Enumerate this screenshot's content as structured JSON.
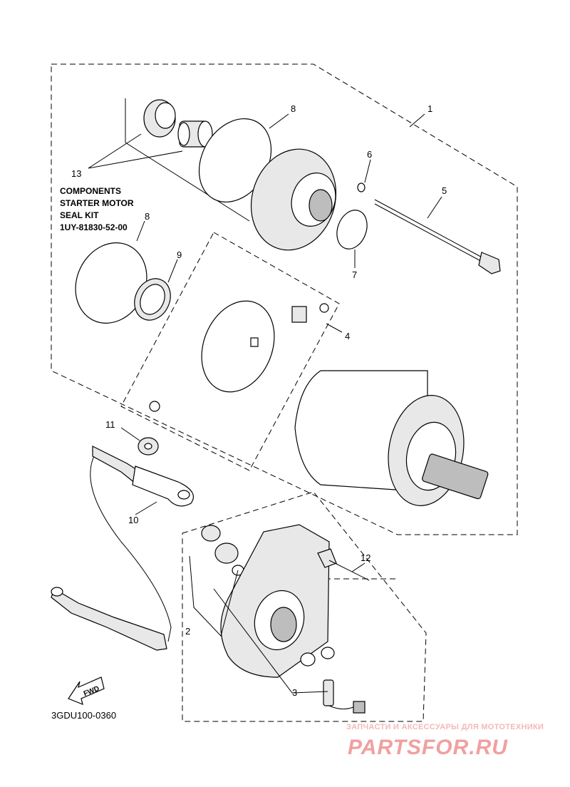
{
  "callouts": {
    "c1": "1",
    "c2": "2",
    "c3": "3",
    "c4": "4",
    "c5": "5",
    "c6": "6",
    "c7": "7",
    "c8a": "8",
    "c8b": "8",
    "c9": "9",
    "c10": "10",
    "c11": "11",
    "c12": "12",
    "c13": "13"
  },
  "kit_note": {
    "line1": "COMPONENTS",
    "line2": "STARTER MOTOR",
    "line3": "SEAL KIT",
    "line4": "1UY-81830-52-00"
  },
  "fwd_label": "FWD",
  "figure_code": "3GDU100-0360",
  "watermark": {
    "tagline": "ЗАПЧАСТИ И АКСЕССУАРЫ ДЛЯ МОТОТЕХНИКИ",
    "brand": "PARTSFOR.RU"
  }
}
